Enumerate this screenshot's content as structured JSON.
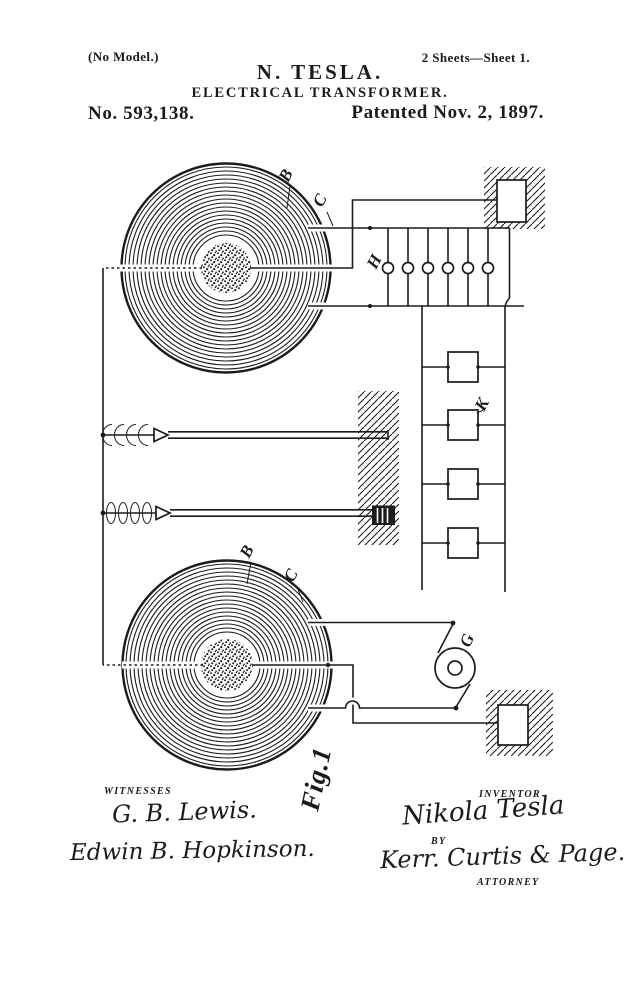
{
  "colors": {
    "ink": "#1b1b1b",
    "paper": "#ffffff"
  },
  "header": {
    "no_model": "(No Model.)",
    "sheet_info": "2 Sheets—Sheet 1.",
    "inventor_name": "N. TESLA.",
    "invention_title": "ELECTRICAL TRANSFORMER.",
    "patent_number": "No. 593,138.",
    "patent_date": "Patented Nov. 2, 1897."
  },
  "figure": {
    "caption": "Fig.1",
    "labels": {
      "coil_top_b": "B",
      "coil_top_c": "C",
      "lamps_h": "H",
      "motor_bank_k": "K",
      "belt_motor_g": "G",
      "coil_bottom_b": "B",
      "coil_bottom_c": "C"
    }
  },
  "signatures": {
    "witnesses_heading": "WITNESSES",
    "witness_1": "G. B. Lewis.",
    "witness_2": "Edwin B. Hopkinson.",
    "inventor_heading": "INVENTOR",
    "inventor_signature": "Nikola Tesla",
    "by_label": "BY",
    "attorney_signature": "Kerr. Curtis & Page.",
    "attorney_heading": "ATTORNEY"
  }
}
